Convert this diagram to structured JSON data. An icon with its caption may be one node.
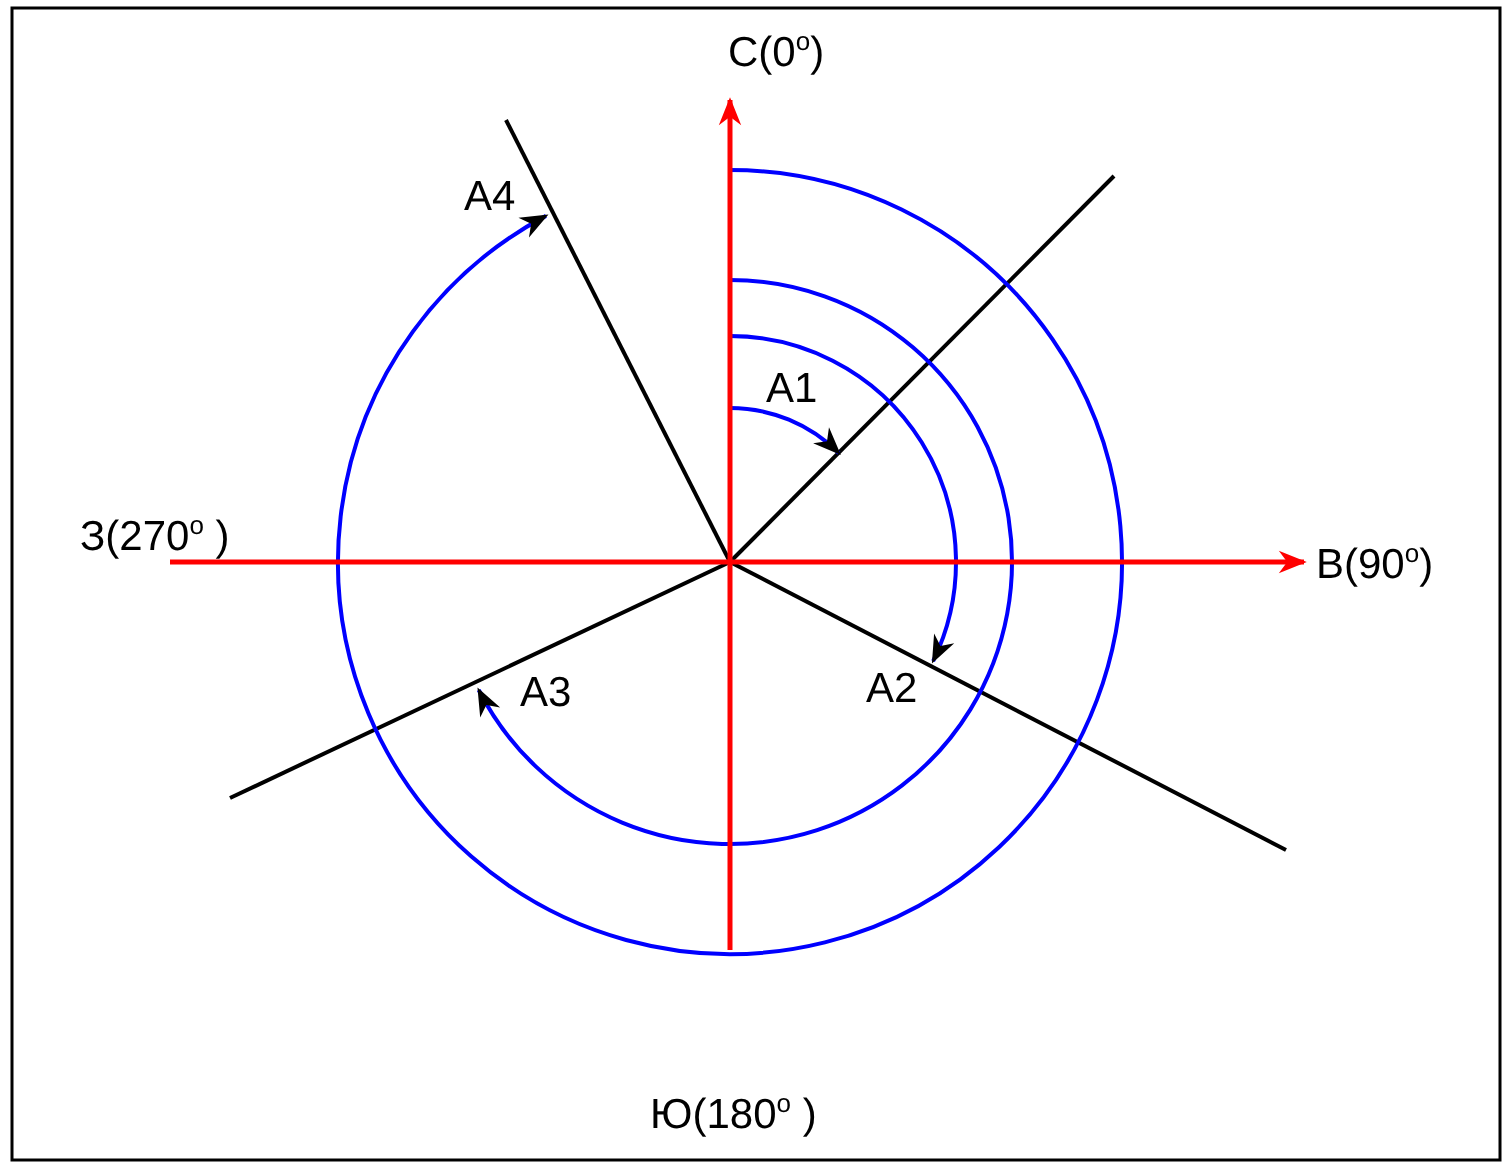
{
  "diagram": {
    "labels": [
      "С(0$^{o}$)",
      "A4",
      "A1",
      "З(270$^{o}$ )",
      "В(90$^{o}$)",
      "A3",
      "A2",
      "Ю(180$^{o}$ )"
    ]
  }
}
